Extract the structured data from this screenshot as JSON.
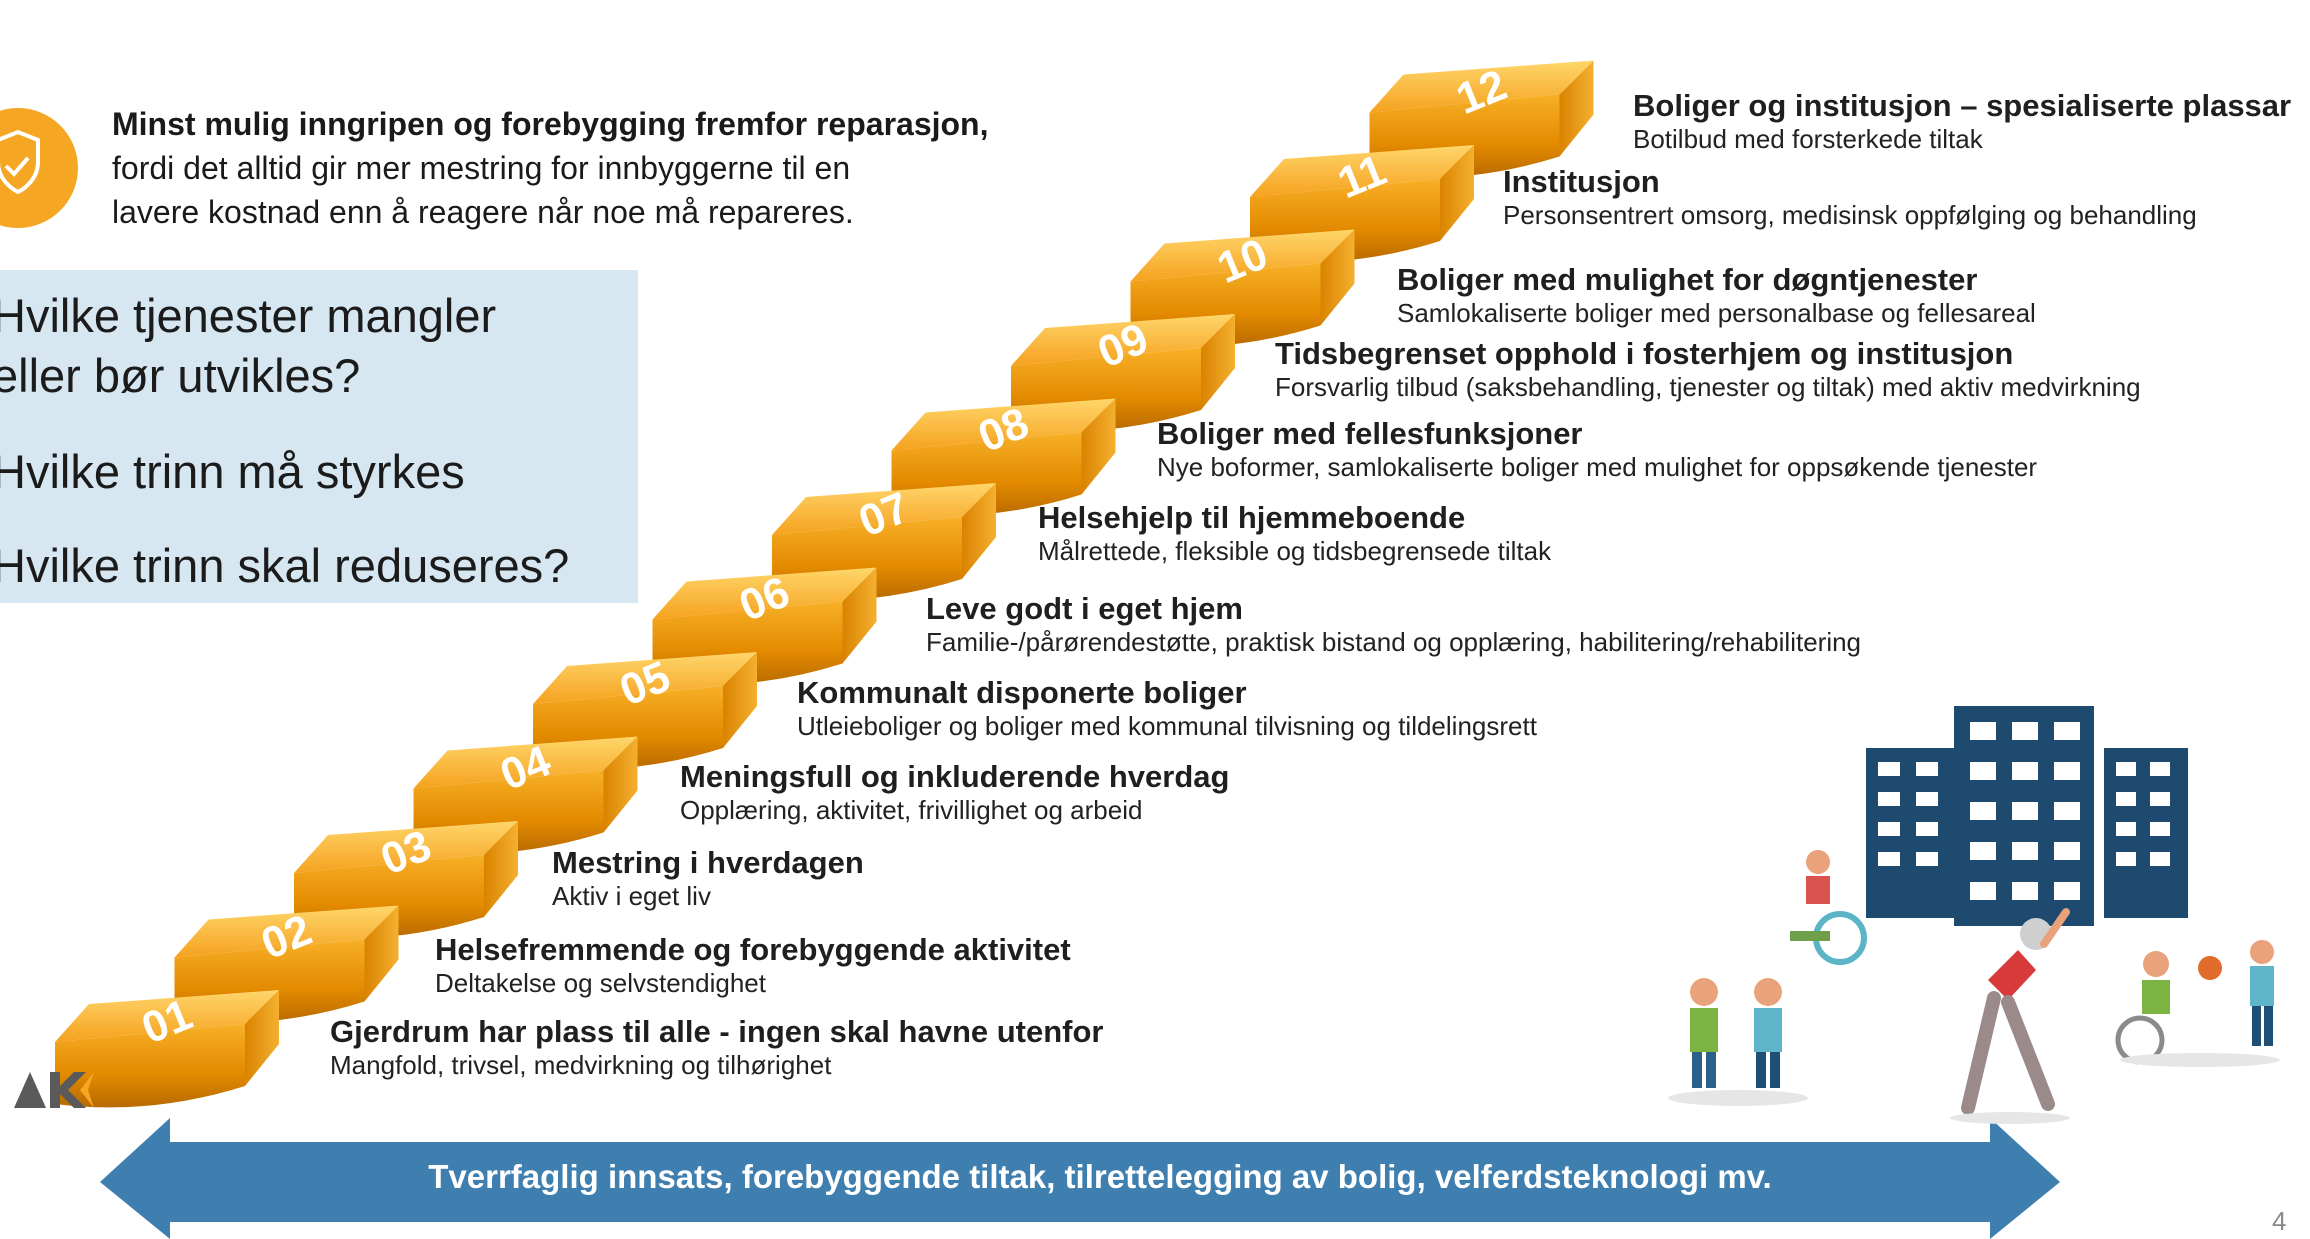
{
  "intro": {
    "bold": "Minst mulig inngripen og forebygging fremfor reparasjon,",
    "line2": "fordi det alltid gir mer mestring for innbyggerne til en",
    "line3": "lavere kostnad enn å reagere når noe må repareres."
  },
  "questions": {
    "q1a": "Hvilke tjenester mangler",
    "q1b": "eller bør utvikles?",
    "q2": "Hvilke trinn må styrkes",
    "q3": "Hvilke trinn skal reduseres?"
  },
  "steps": [
    {
      "num": "01",
      "title": "Gjerdrum har plass til alle - ingen skal havne utenfor",
      "sub": "Mangfold, trivsel, medvirkning og tilhørighet"
    },
    {
      "num": "02",
      "title": "Helsefremmende og forebyggende aktivitet",
      "sub": "Deltakelse og selvstendighet"
    },
    {
      "num": "03",
      "title": "Mestring i hverdagen",
      "sub": "Aktiv i eget liv"
    },
    {
      "num": "04",
      "title": "Meningsfull og inkluderende hverdag",
      "sub": "Opplæring, aktivitet, frivillighet og arbeid"
    },
    {
      "num": "05",
      "title": "Kommunalt disponerte boliger",
      "sub": "Utleieboliger og boliger med kommunal tilvisning og tildelingsrett"
    },
    {
      "num": "06",
      "title": "Leve godt i eget hjem",
      "sub": "Familie-/pårørendestøtte, praktisk bistand og opplæring, habilitering/rehabilitering"
    },
    {
      "num": "07",
      "title": "Helsehjelp til hjemmeboende",
      "sub": "Målrettede, fleksible og tidsbegrensede tiltak"
    },
    {
      "num": "08",
      "title": "Boliger med fellesfunksjoner",
      "sub": "Nye boformer, samlokaliserte boliger med mulighet for oppsøkende tjenester"
    },
    {
      "num": "09",
      "title": "Tidsbegrenset opphold i fosterhjem og institusjon",
      "sub": "Forsvarlig tilbud (saksbehandling, tjenester og tiltak) med aktiv medvirkning"
    },
    {
      "num": "10",
      "title": "Boliger med mulighet for døgntjenester",
      "sub": "Samlokaliserte boliger med personalbase og fellesareal"
    },
    {
      "num": "11",
      "title": "Institusjon",
      "sub": "Personsentrert omsorg, medisinsk oppfølging og behandling"
    },
    {
      "num": "12",
      "title": "Boliger og institusjon – spesialiserte plassar",
      "sub": "Botilbud med forsterkede tiltak"
    }
  ],
  "banner": "Tverrfaglig innsats, forebyggende tiltak, tilrettelegging av bolig,  velferdsteknologi mv.",
  "page_number": "4",
  "icons": {
    "badge": "shield-icon",
    "logo": "ak-logo",
    "illustration": "people-and-building-illustration"
  },
  "colors": {
    "accent": "#f5a623",
    "banner": "#3f7fb0",
    "building": "#1d4a6e",
    "qbox": "#d6e7f2"
  }
}
